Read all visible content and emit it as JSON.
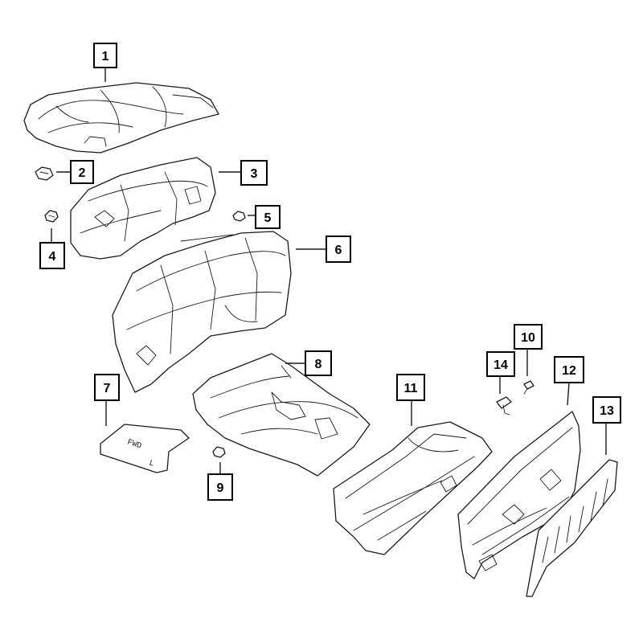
{
  "callouts": [
    {
      "id": "1"
    },
    {
      "id": "2"
    },
    {
      "id": "3"
    },
    {
      "id": "4"
    },
    {
      "id": "5"
    },
    {
      "id": "6"
    },
    {
      "id": "7"
    },
    {
      "id": "8"
    },
    {
      "id": "9"
    },
    {
      "id": "10"
    },
    {
      "id": "11"
    },
    {
      "id": "12"
    },
    {
      "id": "13"
    },
    {
      "id": "14"
    }
  ],
  "mat_label": {
    "fwd": "FWD",
    "side": "L"
  },
  "colors": {
    "line": "#1a1a1a",
    "background": "#ffffff"
  }
}
